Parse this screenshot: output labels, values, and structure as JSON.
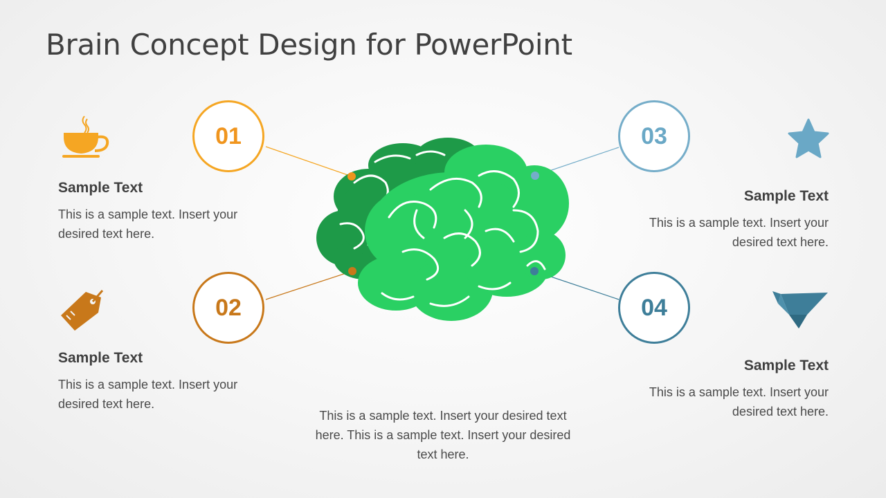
{
  "slide": {
    "title": "Brain Concept Design for PowerPoint"
  },
  "items": [
    {
      "number": "01",
      "heading": "Sample Text",
      "text": "This is a sample text. Insert your desired text here.",
      "color": "#F5A623",
      "icon": "coffee-cup-icon"
    },
    {
      "number": "02",
      "heading": "Sample Text",
      "text": "This is a sample text. Insert your desired text here.",
      "color": "#C8781A",
      "icon": "price-tag-icon"
    },
    {
      "number": "03",
      "heading": "Sample Text",
      "text": "This is a sample text. Insert your desired text here.",
      "color": "#75ADC9",
      "icon": "star-icon"
    },
    {
      "number": "04",
      "heading": "Sample Text",
      "text": "This is a sample text. Insert your desired text here.",
      "color": "#3E7E99",
      "icon": "origami-bird-icon"
    }
  ],
  "center": {
    "text": "This is a sample text. Insert your desired text here. This is a sample text. Insert your desired text here.",
    "brain_colors": {
      "back": "#1E9A48",
      "front": "#2AD063"
    }
  }
}
